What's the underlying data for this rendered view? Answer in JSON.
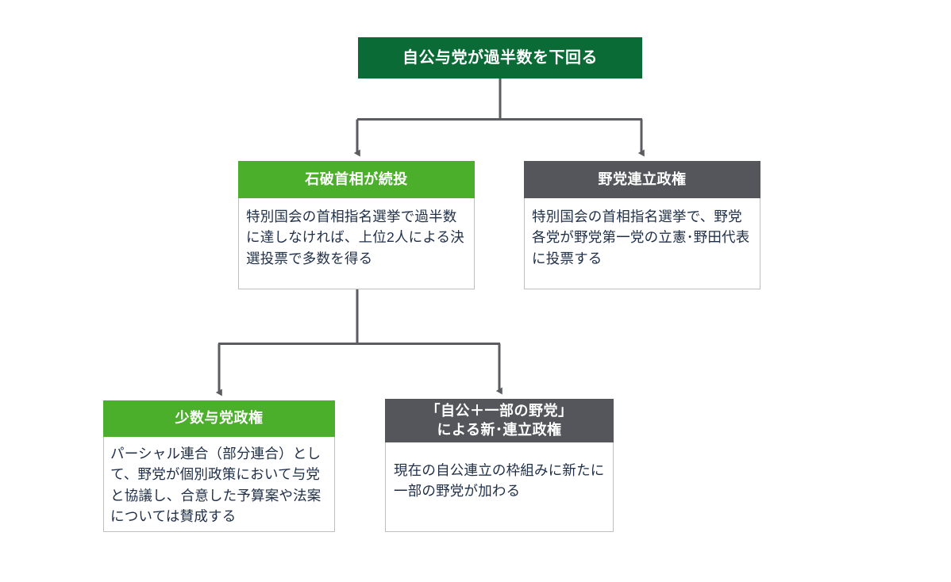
{
  "diagram": {
    "type": "flowchart",
    "orientation": "top-down",
    "colors": {
      "root_header": "#0a6b36",
      "green_header": "#4caf2b",
      "gray_header": "#54565b",
      "connector": "#5a5c60",
      "body_border": "#bfbfbf",
      "body_background": "#ffffff",
      "body_text": "#20304a",
      "header_text": "#ffffff"
    },
    "root": {
      "id": "root",
      "title": "自公与党が過半数を下回る"
    },
    "level2": [
      {
        "id": "ishiba",
        "title": "石破首相が続投",
        "header_color": "#4caf2b",
        "body": "特別国会の首相指名選挙で過半数に達しなければ、上位2人による決選投票で多数を得る"
      },
      {
        "id": "opposition",
        "title": "野党連立政権",
        "header_color": "#54565b",
        "body": "特別国会の首相指名選挙で、野党各党が野党第一党の立憲･野田代表に投票する"
      }
    ],
    "level3": [
      {
        "id": "minority",
        "title": "少数与党政権",
        "header_color": "#4caf2b",
        "body": "パーシャル連合（部分連合）として、野党が個別政策において与党と協議し、合意した予算案や法案については賛成する"
      },
      {
        "id": "newcoalition",
        "title_line1": "「自公＋一部の野党」",
        "title_line2": "による新･連立政権",
        "header_color": "#54565b",
        "body": "現在の自公連立の枠組みに新たに一部の野党が加わる"
      }
    ],
    "edges": [
      {
        "from": "root",
        "to": "ishiba"
      },
      {
        "from": "root",
        "to": "opposition"
      },
      {
        "from": "ishiba",
        "to": "minority"
      },
      {
        "from": "ishiba",
        "to": "newcoalition"
      }
    ]
  }
}
